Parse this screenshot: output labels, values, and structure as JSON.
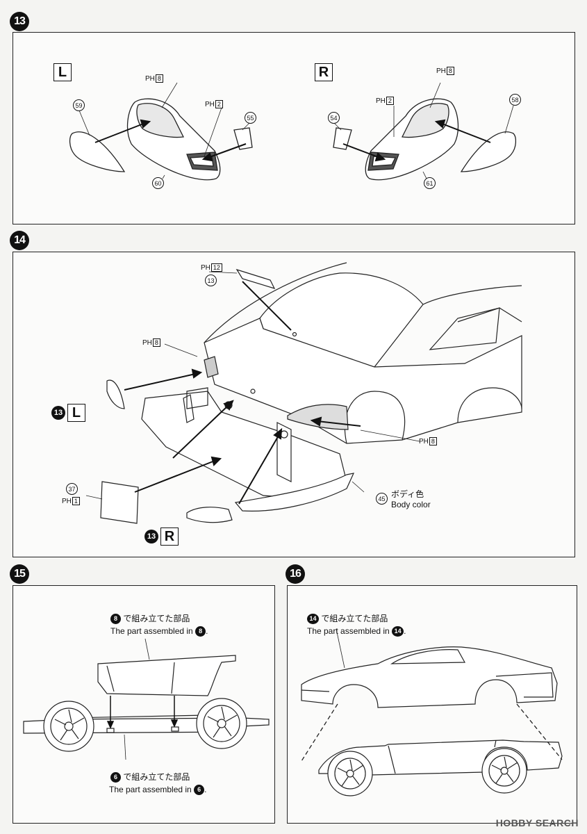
{
  "steps": {
    "s13": {
      "num": "13"
    },
    "s14": {
      "num": "14"
    },
    "s15": {
      "num": "15"
    },
    "s16": {
      "num": "16"
    }
  },
  "step13": {
    "left_side": "L",
    "right_side": "R",
    "ph_label": "PH",
    "ph8": "8",
    "ph2": "2",
    "part59": "59",
    "part60": "60",
    "part55": "55",
    "part54": "54",
    "part61": "61",
    "part58": "58"
  },
  "step14": {
    "ph12": "12",
    "part13": "13",
    "ph8": "8",
    "ref13_num": "13",
    "ref_L": "L",
    "ref_R": "R",
    "part37": "37",
    "ph1": "1",
    "part45": "45",
    "body_color_jp": "ボディ色",
    "body_color_en": "Body color",
    "ph_label": "PH"
  },
  "step15": {
    "top_ref": "8",
    "top_jp": "で組み立てた部品",
    "top_en": "The part assembled in",
    "bottom_ref": "6",
    "bottom_jp": "で組み立てた部品",
    "bottom_en": "The part assembled in"
  },
  "step16": {
    "ref": "14",
    "jp": "で組み立てた部品",
    "en": "The part assembled in"
  },
  "watermark": "HOBBY SEARCH"
}
